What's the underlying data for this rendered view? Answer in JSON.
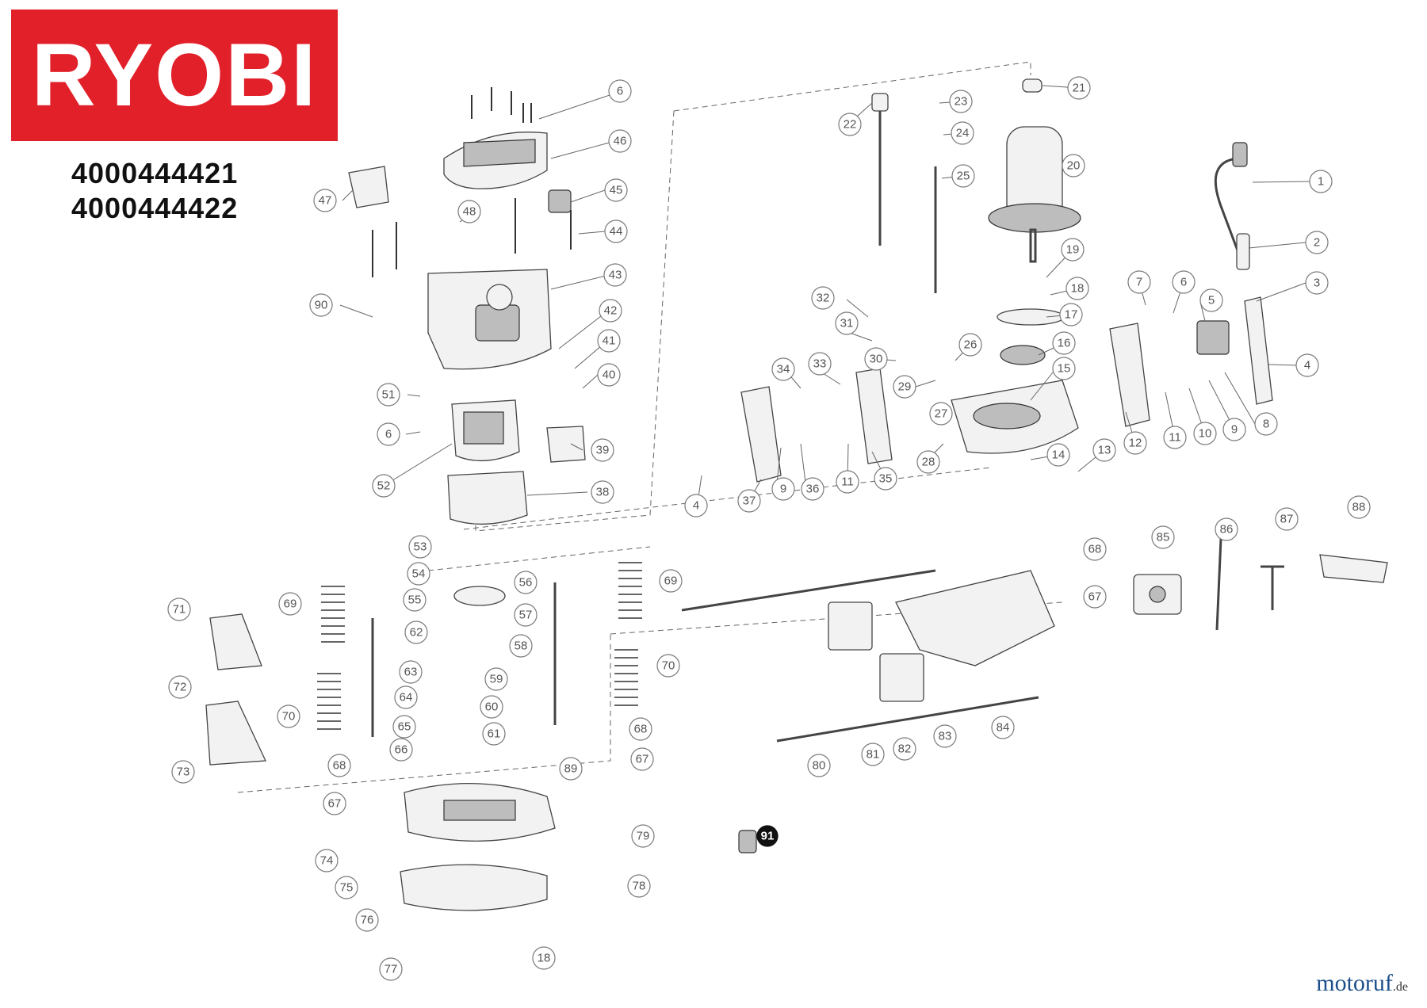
{
  "brand": {
    "name": "RYOBI",
    "color": "#e2202a"
  },
  "models": [
    "4000444421",
    "4000444422"
  ],
  "footer": {
    "site": "motoruf",
    "tld": ".de"
  },
  "callouts": [
    "1",
    "2",
    "3",
    "4",
    "4",
    "4",
    "5",
    "6",
    "6",
    "6",
    "7",
    "8",
    "9",
    "9",
    "10",
    "11",
    "11",
    "12",
    "13",
    "14",
    "15",
    "16",
    "17",
    "18",
    "18",
    "19",
    "20",
    "21",
    "22",
    "23",
    "24",
    "25",
    "26",
    "27",
    "28",
    "29",
    "30",
    "31",
    "32",
    "33",
    "34",
    "35",
    "36",
    "37",
    "38",
    "39",
    "40",
    "41",
    "42",
    "43",
    "44",
    "45",
    "46",
    "47",
    "48",
    "51",
    "52",
    "53",
    "54",
    "55",
    "56",
    "57",
    "58",
    "59",
    "60",
    "61",
    "62",
    "63",
    "64",
    "65",
    "66",
    "67",
    "67",
    "67",
    "68",
    "68",
    "68",
    "69",
    "69",
    "70",
    "70",
    "71",
    "72",
    "73",
    "74",
    "75",
    "76",
    "77",
    "78",
    "79",
    "80",
    "81",
    "82",
    "83",
    "84",
    "85",
    "86",
    "87",
    "88",
    "89",
    "90",
    "91"
  ]
}
